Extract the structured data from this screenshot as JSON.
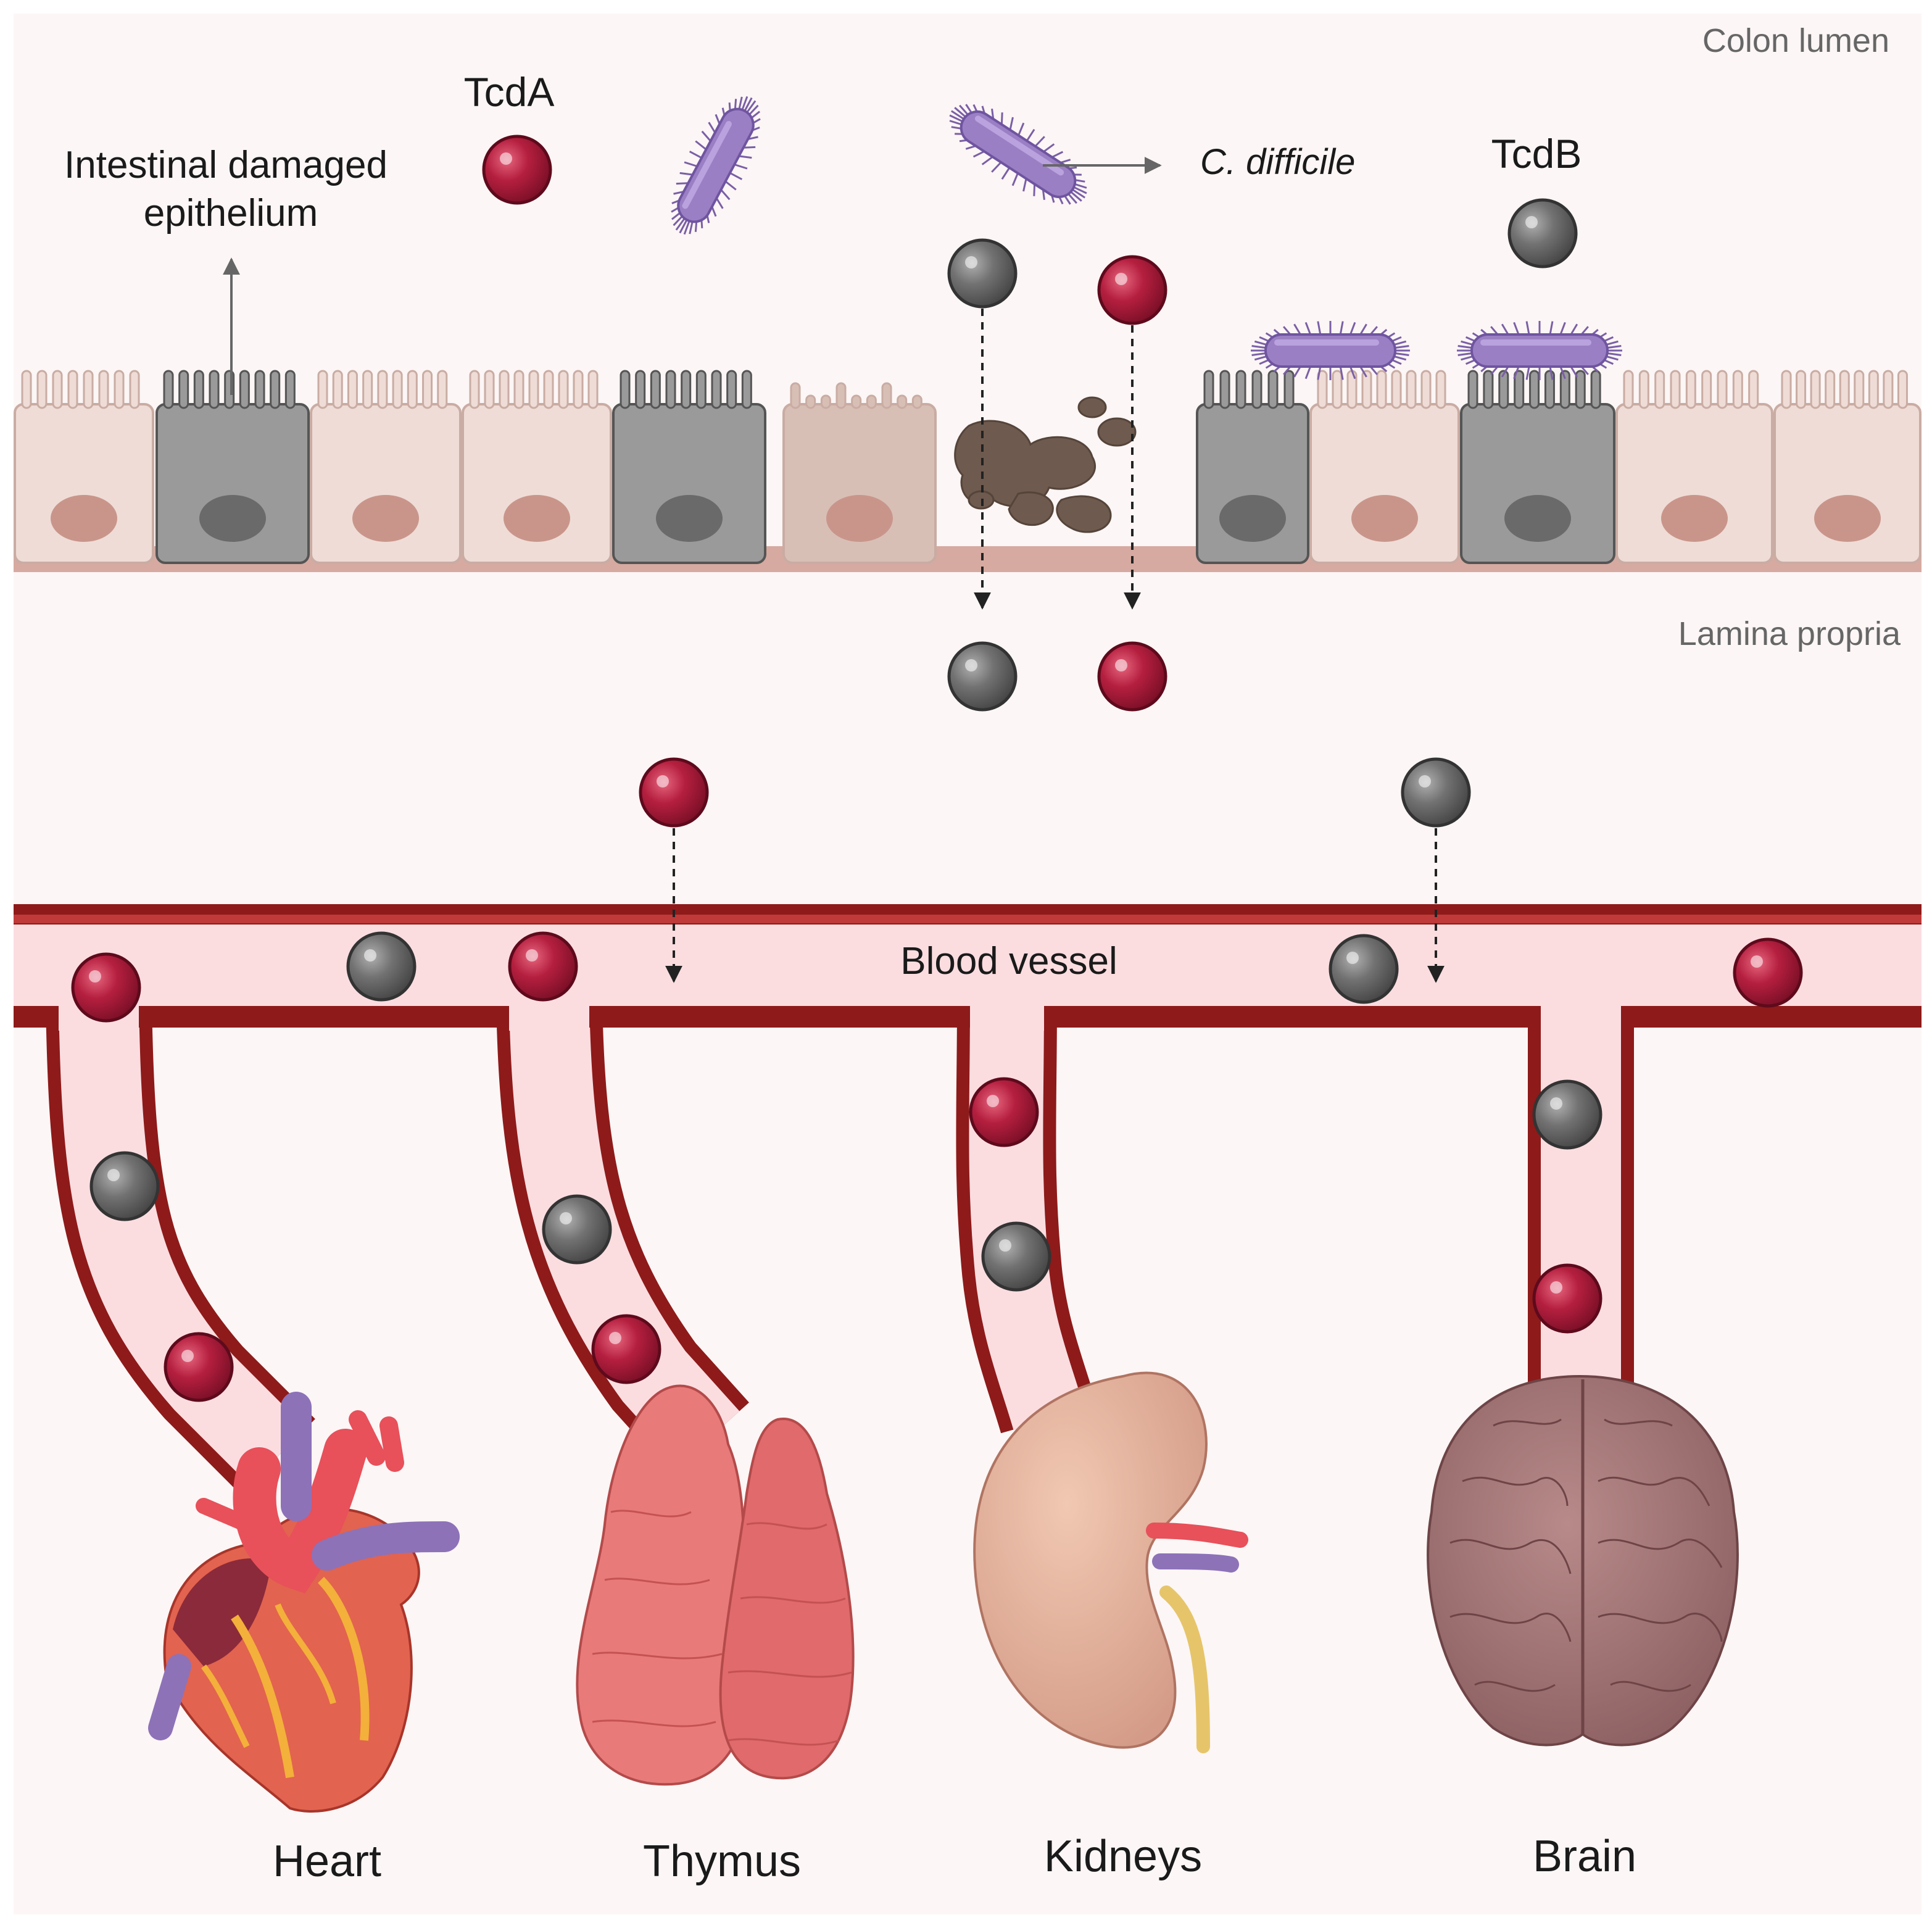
{
  "regions": {
    "colon_lumen": "Colon lumen",
    "lamina_propria": "Lamina propria",
    "blood_vessel": "Blood vessel"
  },
  "labels": {
    "tcda": "TcdA",
    "tcdb": "TcdB",
    "c_difficile": "C. difficile",
    "damaged_epithelium_line1": "Intestinal damaged",
    "damaged_epithelium_line2": "epithelium"
  },
  "organs": {
    "heart": "Heart",
    "thymus": "Thymus",
    "kidneys": "Kidneys",
    "brain": "Brain"
  },
  "colors": {
    "tcda_toxin": "#b51f3f",
    "tcdb_toxin": "#6b6b6b",
    "bacterium": "#9b7fc4",
    "vessel_wall": "#8e1a1a",
    "vessel_lumen": "#fbdde0",
    "background": "#fcf6f6"
  }
}
